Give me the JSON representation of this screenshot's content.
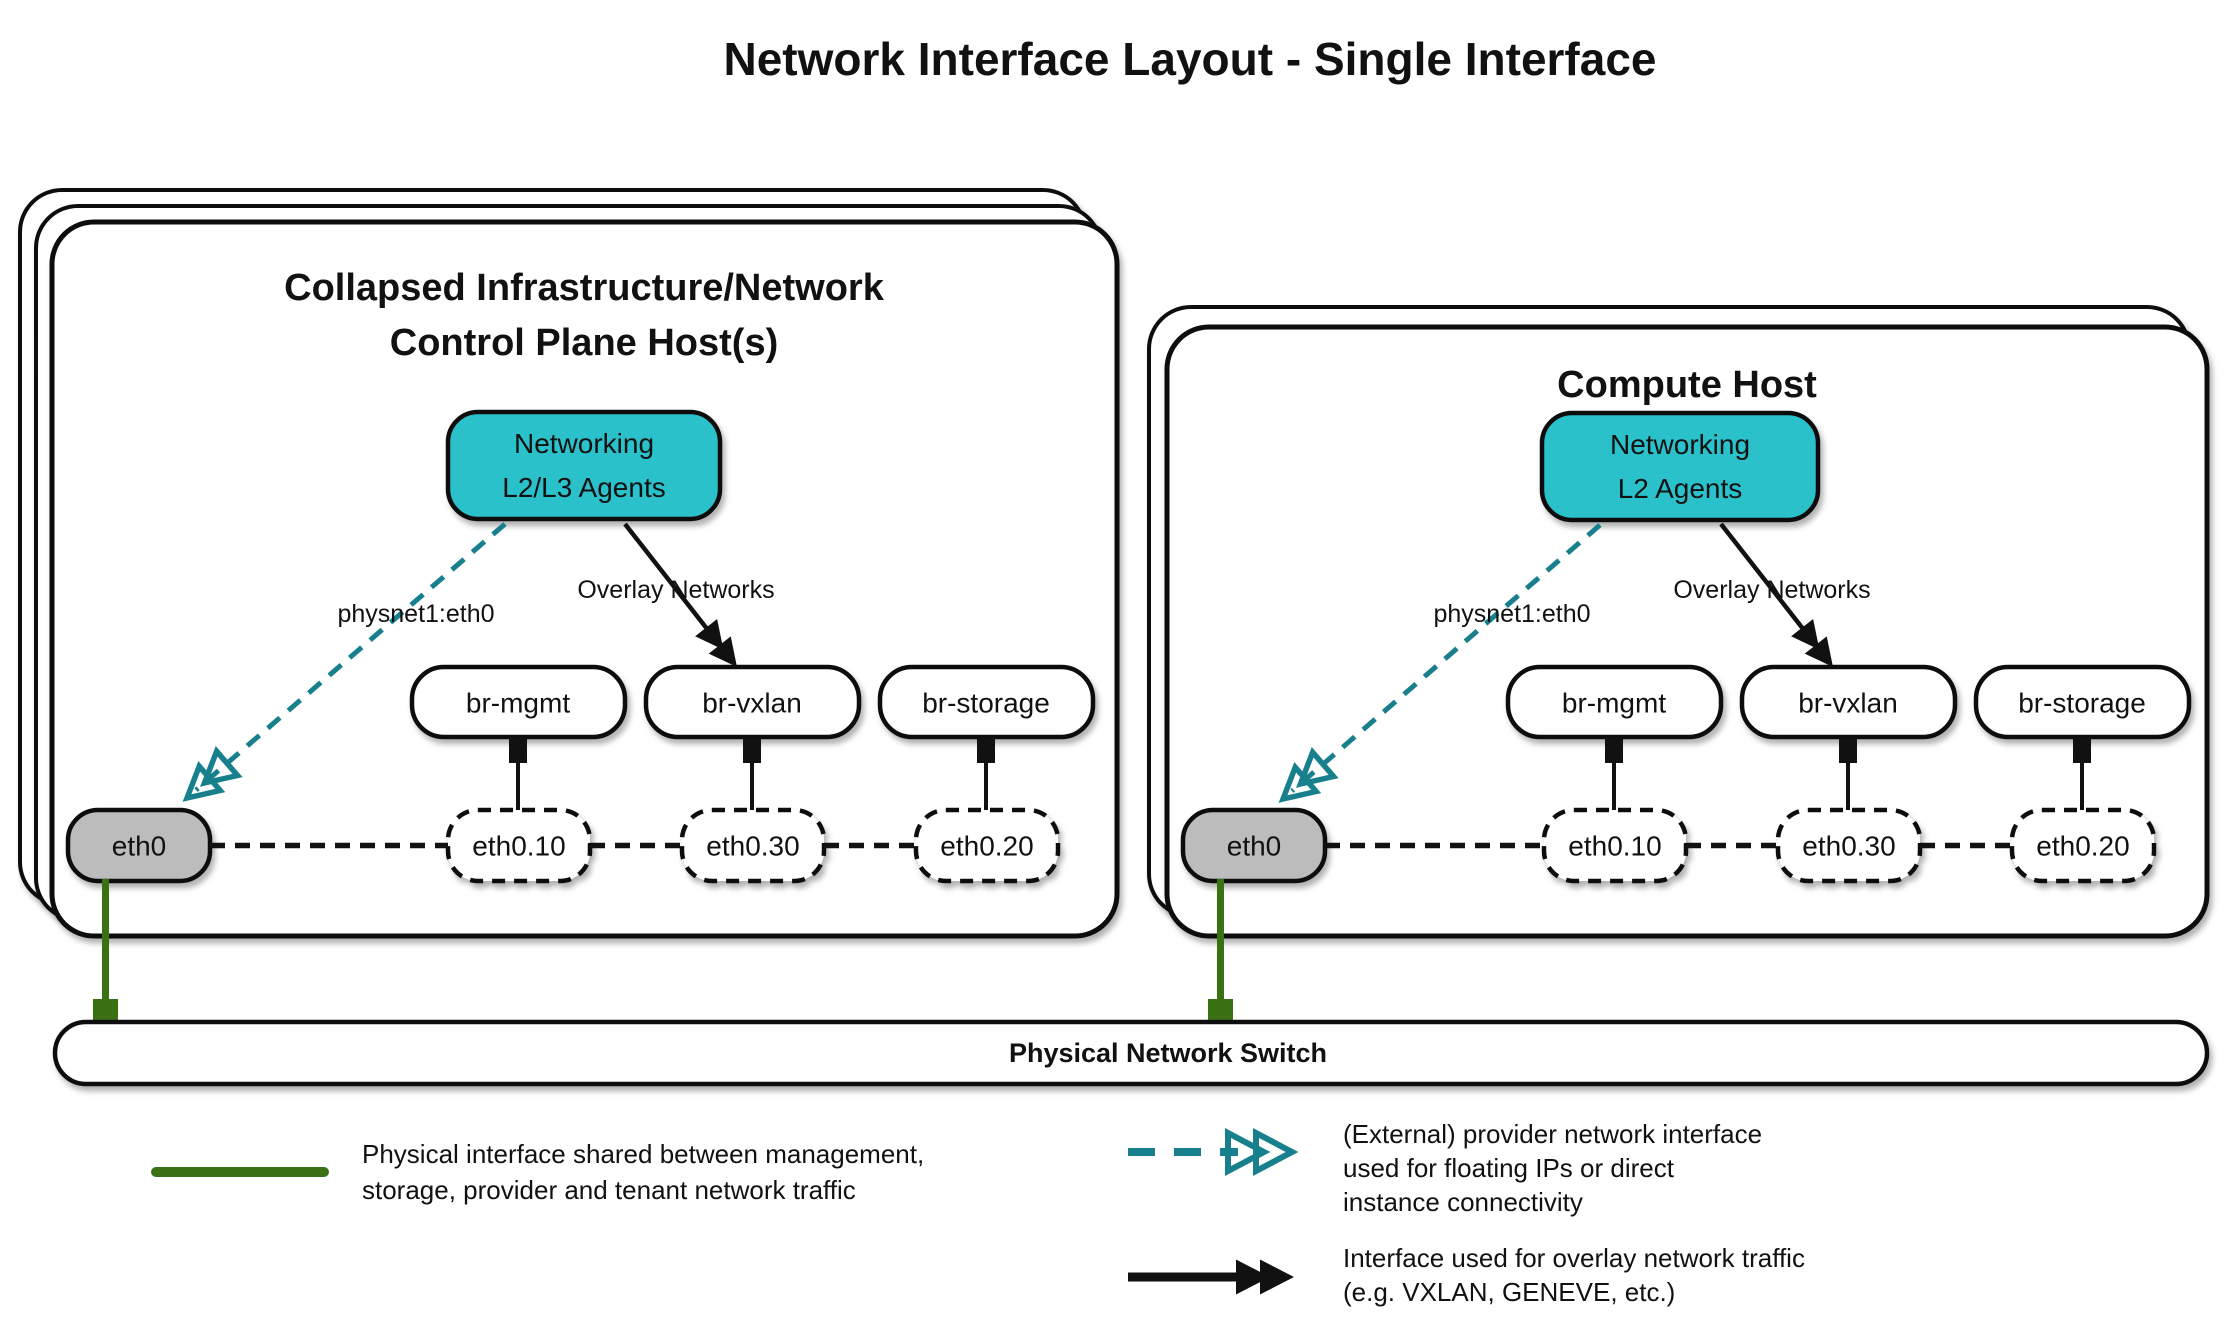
{
  "title": "Network Interface Layout - Single Interface",
  "colors": {
    "agent_fill": "#2BC1CB",
    "provider_arrow": "#17808C",
    "physical_link": "#3A7113",
    "interface_fill": "#BCBCBC"
  },
  "hosts": [
    {
      "name_lines": [
        "Collapsed Infrastructure/Network",
        "Control Plane Host(s)"
      ],
      "agent_lines": [
        "Networking",
        "L2/L3 Agents"
      ],
      "provider_arrow_label": "physnet1:eth0",
      "overlay_arrow_label": "Overlay Networks",
      "bridges": [
        "br-mgmt",
        "br-vxlan",
        "br-storage"
      ],
      "subinterfaces": [
        "eth0.10",
        "eth0.30",
        "eth0.20"
      ],
      "physical_interface": "eth0"
    },
    {
      "name_lines": [
        "Compute Host"
      ],
      "agent_lines": [
        "Networking",
        "L2 Agents"
      ],
      "provider_arrow_label": "physnet1:eth0",
      "overlay_arrow_label": "Overlay Networks",
      "bridges": [
        "br-mgmt",
        "br-vxlan",
        "br-storage"
      ],
      "subinterfaces": [
        "eth0.10",
        "eth0.30",
        "eth0.20"
      ],
      "physical_interface": "eth0"
    }
  ],
  "switch": {
    "label": "Physical Network Switch"
  },
  "legend": {
    "items": [
      {
        "symbol": "green-line",
        "lines": [
          "Physical interface shared between management,",
          "storage, provider and tenant network traffic"
        ]
      },
      {
        "symbol": "teal-dashed-arrow",
        "lines": [
          "(External) provider network interface",
          "used for floating IPs or direct",
          "instance connectivity"
        ]
      },
      {
        "symbol": "black-arrow",
        "lines": [
          "Interface used for overlay network traffic",
          "(e.g. VXLAN, GENEVE, etc.)"
        ]
      }
    ]
  }
}
